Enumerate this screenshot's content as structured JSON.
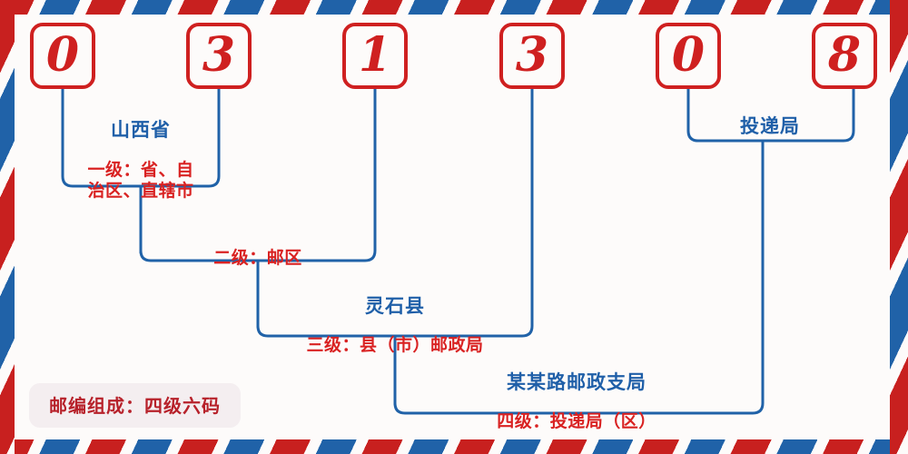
{
  "theme": {
    "paper": "#fdfbfa",
    "red": "#cf2020",
    "text_red": "#d92222",
    "blue": "#1f5fa8",
    "wire_blue": "#2062a8",
    "badge_bg": "#f4eef0",
    "badge_text": "#b7212a"
  },
  "postcode": {
    "full": "031308",
    "digits": [
      {
        "value": "0",
        "name": "digit-1"
      },
      {
        "value": "3",
        "name": "digit-2"
      },
      {
        "value": "1",
        "name": "digit-3"
      },
      {
        "value": "3",
        "name": "digit-4"
      },
      {
        "value": "0",
        "name": "digit-5"
      },
      {
        "value": "8",
        "name": "digit-6"
      }
    ]
  },
  "levels": [
    {
      "id": "level-1",
      "title": "山西省",
      "subtitle": "一级：省、自\n治区、直辖市",
      "digits": "01"
    },
    {
      "id": "level-2",
      "title": "",
      "subtitle": "二级：邮区",
      "digits": "012"
    },
    {
      "id": "level-3",
      "title": "灵石县",
      "subtitle": "三级：县（市）邮政局",
      "digits": "0123"
    },
    {
      "id": "level-4",
      "title": "某某路邮政支局",
      "subtitle": "四级：投递局（区）",
      "digits": "012345"
    }
  ],
  "delivery_bracket": {
    "id": "delivery-office",
    "title": "投递局",
    "subtitle": ""
  },
  "footer": {
    "badge_label": "邮编组成：四级六码"
  }
}
